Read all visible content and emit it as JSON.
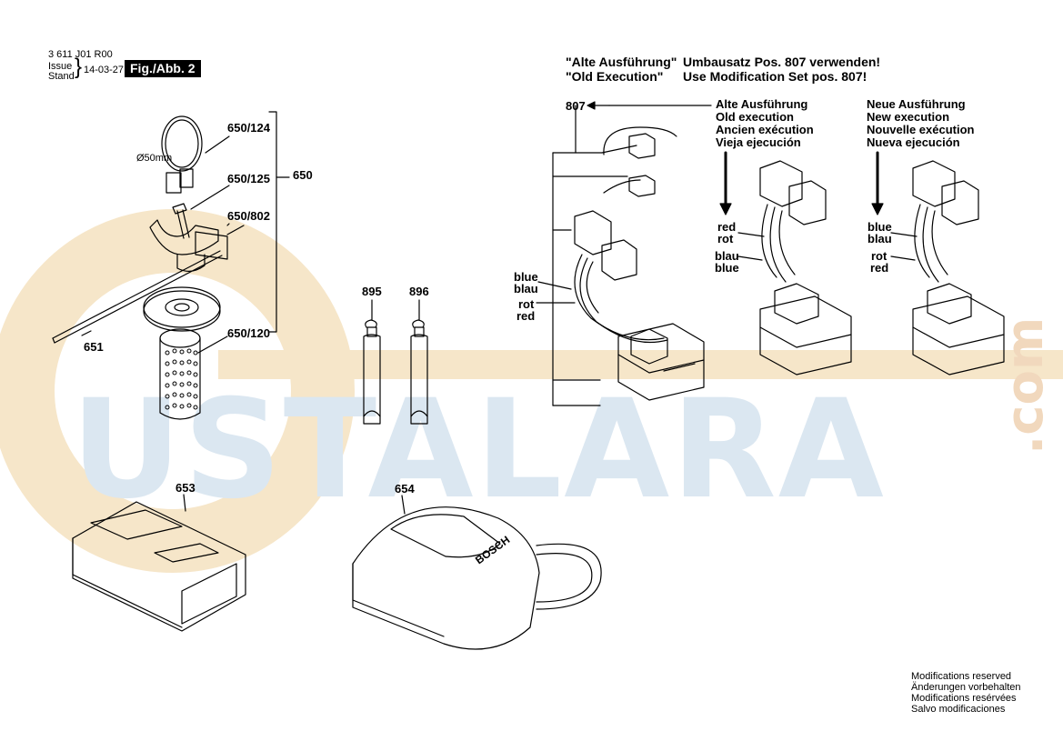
{
  "header": {
    "doc_number": "3 611 J01 R00",
    "issue_label": "Issue",
    "stand_label": "Stand",
    "date": "14-03-27",
    "figure_label": "Fig./Abb. 2"
  },
  "notice": {
    "line1_left": "\"Alte Ausführung\"",
    "line1_right": "Umbausatz Pos. 807 verwenden!",
    "line2_left": "\"Old Execution\"",
    "line2_right": "Use Modification Set pos. 807!"
  },
  "old_version": [
    "Alte Ausführung",
    "Old execution",
    "Ancien exécution",
    "Vieja ejecución"
  ],
  "new_version": [
    "Neue Ausführung",
    "New execution",
    "Nouvelle exécution",
    "Nueva ejecución"
  ],
  "parts": {
    "p650_124": "650/124",
    "p650_125": "650/125",
    "p650": "650",
    "p650_802": "650/802",
    "p651": "651",
    "p650_120": "650/120",
    "p895": "895",
    "p896": "896",
    "p807": "807",
    "p653": "653",
    "p654": "654",
    "diameter": "Ø50mm"
  },
  "wires": {
    "left_blue_1": "blue",
    "left_blue_2": "blau",
    "left_red_1": "rot",
    "left_red_2": "red",
    "mid_red_1": "red",
    "mid_red_2": "rot",
    "mid_blue_1": "blau",
    "mid_blue_2": "blue",
    "right_blue_1": "blue",
    "right_blue_2": "blau",
    "right_red_1": "rot",
    "right_red_2": "red"
  },
  "charger_brand": "BOSCH",
  "watermark": {
    "text": "USTALARA",
    "suffix": ".com"
  },
  "footer": {
    "lines": [
      "Modifications reserved",
      "Änderungen vorbehalten",
      "Modifications resérvées",
      "Salvo modificaciones"
    ]
  },
  "colors": {
    "watermark_blue": "#dbe7f1",
    "watermark_orange": "#f6e6c9",
    "line": "#000000"
  }
}
